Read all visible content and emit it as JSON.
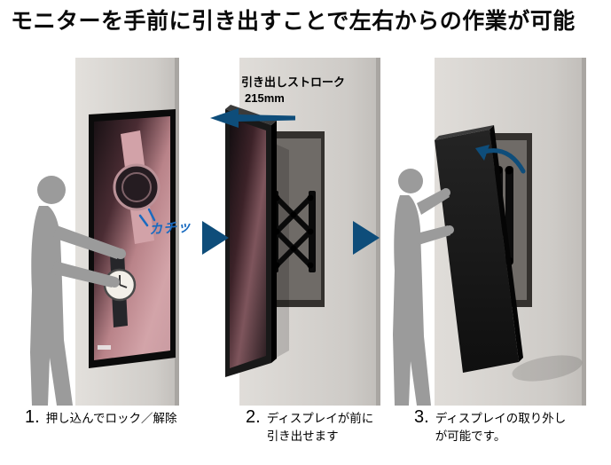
{
  "title": "モニターを手前に引き出すことで左右からの作業が可能",
  "annotations": {
    "stroke_line1": "引き出しストローク",
    "stroke_line2": "215mm",
    "click": "カチッ"
  },
  "steps": [
    {
      "num": "1.",
      "line1": "押し込んでロック／解除",
      "line2": ""
    },
    {
      "num": "2.",
      "line1": "ディスプレイが前に",
      "line2": "引き出せます"
    },
    {
      "num": "3.",
      "line1": "ディスプレイの取り外し",
      "line2": "が可能です。"
    }
  ],
  "icons": {
    "step_arrow": "right-triangle-arrow",
    "pull_arrow": "left-direction-arrow",
    "tilt_arrow": "curved-rotation-arrow",
    "click_marks": "emphasis-tick-marks"
  },
  "colors": {
    "arrow_blue": "#0e4d7a",
    "click_blue": "#1a6bc0",
    "wall_gray": "#d2cfcb",
    "niche_dark": "#34312e",
    "silhouette_gray": "#9b9b9b",
    "monitor_black": "#141414",
    "background": "#ffffff"
  }
}
